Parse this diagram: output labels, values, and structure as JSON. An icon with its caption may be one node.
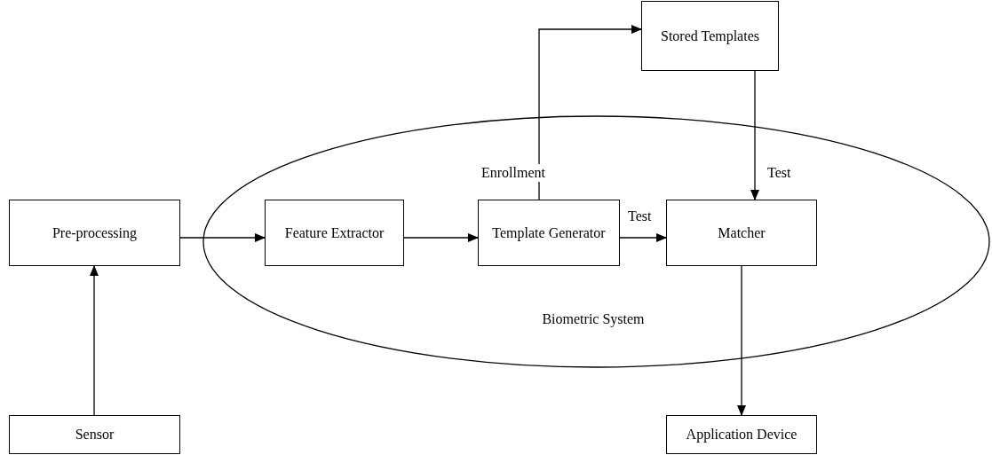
{
  "diagram": {
    "nodes": [
      {
        "text": [
          "Stored Templates"
        ]
      },
      {
        "text": [
          "Biometric System"
        ]
      },
      {
        "text": [
          "Pre-processing"
        ]
      },
      {
        "text": [
          "Feature Extractor"
        ],
        "in": 1
      },
      {
        "text": [
          "Template Generator"
        ],
        "in": 1
      },
      {
        "text": [
          "Matcher"
        ],
        "in": 1
      },
      {
        "text": [
          "Sensor"
        ]
      },
      {
        "text": [
          "Application Device"
        ]
      }
    ],
    "edges": [
      {
        "from": 6,
        "to": 2,
        "arrow": "to"
      },
      {
        "from": 2,
        "to": 3,
        "arrow": "to"
      },
      {
        "from": 3,
        "to": 4,
        "arrow": "to"
      },
      {
        "from": 4,
        "to": 5,
        "arrow": "to",
        "label": "Test"
      },
      {
        "from": 4,
        "to": 0,
        "arrow": "to",
        "label": "Enrollment"
      },
      {
        "from": 0,
        "to": 5,
        "arrow": "to",
        "label": "Test"
      },
      {
        "from": 5,
        "to": 7,
        "arrow": "to"
      }
    ]
  }
}
